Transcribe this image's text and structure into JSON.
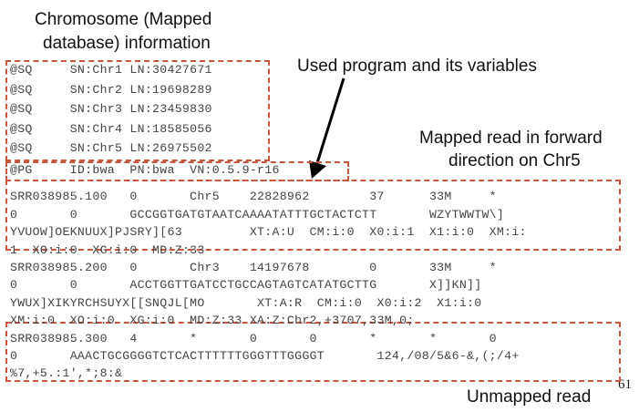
{
  "annotations": {
    "chromosome_info_line1": "Chromosome (Mapped",
    "chromosome_info_line2": "database) information",
    "used_program": "Used program and its variables",
    "mapped_read_line1": "Mapped read in forward",
    "mapped_read_line2": "direction on Chr5",
    "unmapped_read": "Unmapped read"
  },
  "page_number": "61",
  "box_color": "#c8553d",
  "sam_header": {
    "sq_lines": [
      "@SQ     SN:Chr1 LN:30427671",
      "@SQ     SN:Chr2 LN:19698289",
      "@SQ     SN:Chr3 LN:23459830",
      "@SQ     SN:Chr4 LN:18585056",
      "@SQ     SN:Chr5 LN:26975502"
    ],
    "pg_line": "@PG     ID:bwa  PN:bwa  VN:0.5.9-r16"
  },
  "reads": [
    {
      "lines": [
        "SRR038985.100   0       Chr5    22828962        37      33M     *",
        "0       0       GCCGGTGATGTAATCAAAATATTTGCTACTCTT       WZYTWWTW\\]",
        "YVUOW]OEKNUUX]PJSRY][63         XT:A:U  CM:i:0  X0:i:1  X1:i:0  XM:i:",
        "1  XO:i:0  XG:i:0  MD:Z:33"
      ]
    },
    {
      "lines": [
        "SRR038985.200   0       Chr3    14197678        0       33M     *",
        "0       0       ACCTGGTTGATCCTGCCAGTAGTCATATGCTTG       X]]KN]]",
        "YWUX]XIKYRCHSUYX[[SNQJL[MO       XT:A:R  CM:i:0  X0:i:2  X1:i:0",
        "XM:i:0  XO:i:0  XG:i:0  MD:Z:33 XA:Z:Chr2,+3707,33M,0;"
      ]
    },
    {
      "lines": [
        "SRR038985.300   4       *       0       0       *       *       0",
        "0       AAACTGCGGGGTCTCACTTTTTTGGGTTTGGGGT       124,/08/5&6-&,(;/4+",
        "%7,+5.:1',*;8:&"
      ]
    }
  ]
}
